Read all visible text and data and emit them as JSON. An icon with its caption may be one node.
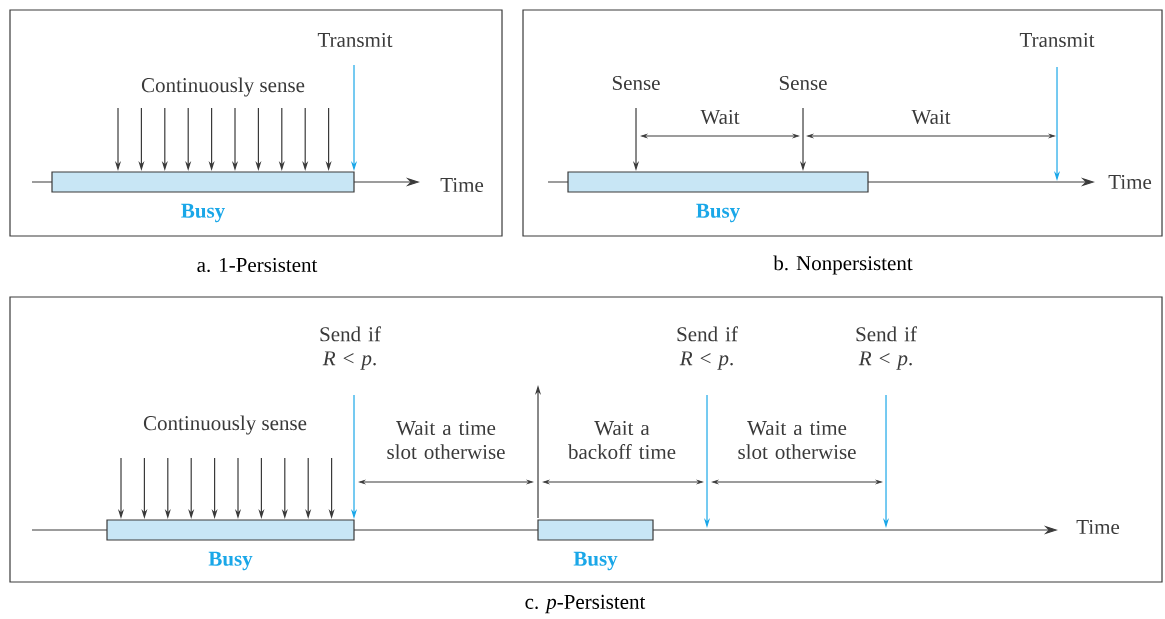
{
  "diagram": {
    "nodes": [
      {
        "text": [
          "a. 1-Persistent"
        ]
      },
      {
        "text": [
          "Busy"
        ],
        "in": 0
      },
      {
        "text": [
          "b. Nonpersistent"
        ]
      },
      {
        "text": [
          "Busy"
        ],
        "in": 2
      },
      {
        "text": [
          "c. *p*-Persistent"
        ]
      },
      {
        "text": [
          "Busy"
        ],
        "in": 4
      },
      {
        "text": [
          "Busy"
        ],
        "in": 4
      }
    ],
    "labels": [
      "Transmit",
      "Continuously sense",
      "Time",
      "Transmit",
      "Sense",
      "Sense",
      "Wait",
      "Wait",
      "Time",
      "Send if *R* < *p*.",
      "Send if *R* < *p*.",
      "Send if *R* < *p*.",
      "Continuously sense",
      "Wait a time slot otherwise",
      "Wait a backoff time",
      "Wait a time slot otherwise",
      "Time"
    ]
  }
}
